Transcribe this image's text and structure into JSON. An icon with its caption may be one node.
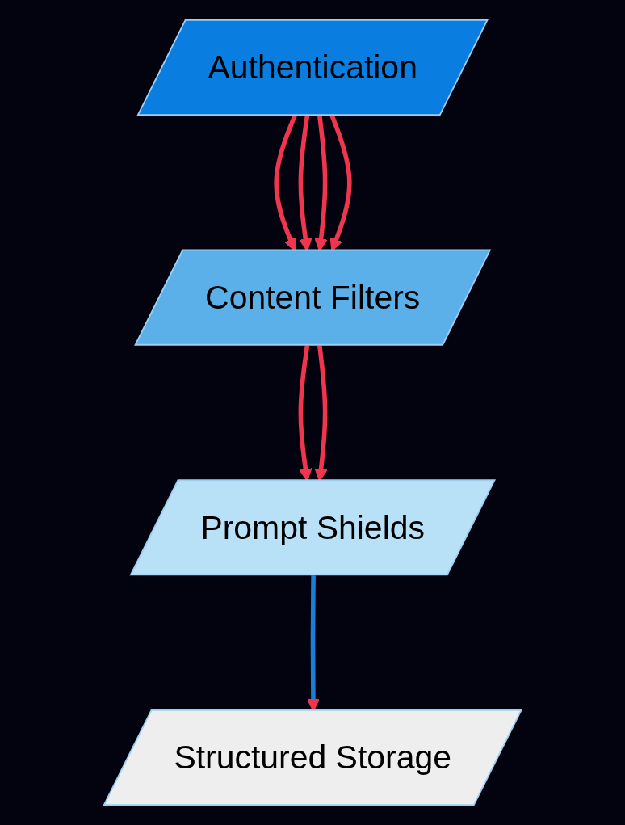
{
  "diagram": {
    "nodes": [
      {
        "text": [
          "Authentication"
        ]
      },
      {
        "text": [
          "Content Filters"
        ]
      },
      {
        "text": [
          "Prompt Shields"
        ]
      },
      {
        "text": [
          "Structured Storage"
        ]
      }
    ],
    "edges": [
      {
        "from": 0,
        "to": 1,
        "arrow": "to"
      },
      {
        "from": 0,
        "to": 1,
        "arrow": "to"
      },
      {
        "from": 0,
        "to": 1,
        "arrow": "to"
      },
      {
        "from": 0,
        "to": 1,
        "arrow": "to"
      },
      {
        "from": 1,
        "to": 2,
        "arrow": "to"
      },
      {
        "from": 1,
        "to": 2,
        "arrow": "to"
      },
      {
        "from": 2,
        "to": 3,
        "arrow": "to",
        "color": "#1a7fd6"
      }
    ]
  }
}
